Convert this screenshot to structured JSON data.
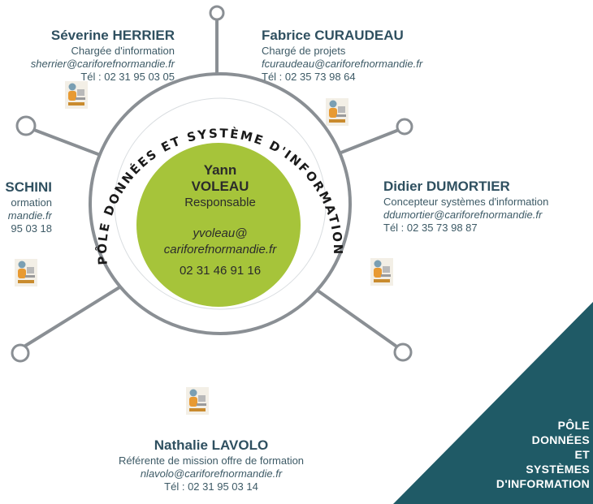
{
  "pole": {
    "ring_title": "PÔLE DONNÉES ET SYSTÈME D'INFORMATION",
    "corner_lines": [
      "PÔLE",
      "DONNÉES",
      "ET",
      "SYSTÈMES",
      "D'INFORMATION"
    ]
  },
  "head": {
    "first_name": "Yann",
    "last_name": "VOLEAU",
    "role": "Responsable",
    "email_line1": "yvoleau@",
    "email_line2": "cariforefnormandie.fr",
    "tel": "02 31 46 91 16"
  },
  "people": [
    {
      "name": "Séverine HERRIER",
      "role": "Chargée d'information",
      "email": "sherrier@cariforefnormandie.fr",
      "tel": "Tél : 02 31 95 03 05"
    },
    {
      "name": "Fabrice CURAUDEAU",
      "role": "Chargé de projets",
      "email": "fcuraudeau@cariforefnormandie.fr",
      "tel": "Tél : 02 35 73 98 64"
    },
    {
      "name": "Didier DUMORTIER",
      "role": "Concepteur systèmes d'information",
      "email": "ddumortier@cariforefnormandie.fr",
      "tel": "Tél : 02 35 73 98 87"
    },
    {
      "name": "SCHINI",
      "role": "ormation",
      "email": "mandie.fr",
      "tel": "95 03 18"
    },
    {
      "name": "Nathalie LAVOLO",
      "role": "Référente de mission offre de formation",
      "email": "nlavolo@cariforefnormandie.fr",
      "tel": "Tél : 02 31 95 03 14"
    }
  ],
  "colors": {
    "accent_green": "#a6c43a",
    "ring_grey": "#8a8f94",
    "navy": "#2f5060",
    "teal": "#1f5a66"
  },
  "icons": [
    "person-at-computer-icon"
  ]
}
